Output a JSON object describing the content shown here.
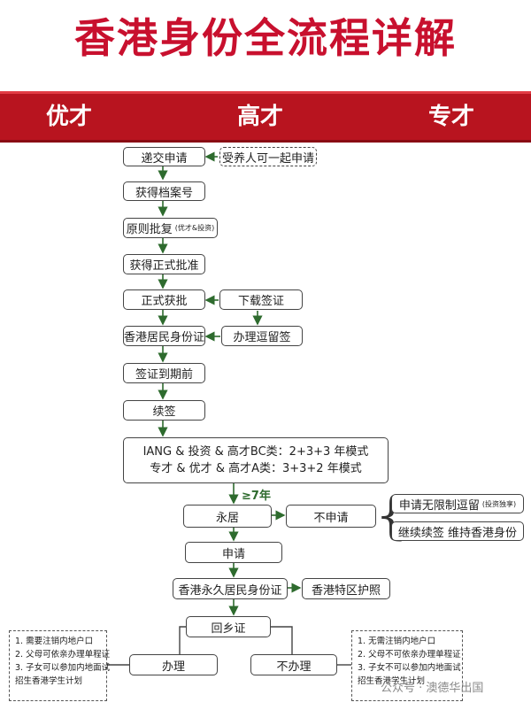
{
  "title": "香港身份全流程详解",
  "categories": [
    "优才",
    "高才",
    "专才"
  ],
  "steps": {
    "submit": "递交申请",
    "dependents": "受养人可一起申请",
    "file_no": "获得档案号",
    "approval_in_principle": "原则批复",
    "approval_note": "(优才&投资)",
    "formal_approval_get": "获得正式批准",
    "formal_approval": "正式获批",
    "download_visa": "下载签证",
    "hk_id": "香港居民身份证",
    "stay_permit": "办理逗留签",
    "visa_expiry": "签证到期前",
    "renew": "续签",
    "mode_line1": "IANG & 投资 & 高才BC类：2+3+3 年模式",
    "mode_line2": "专才 & 优才 & 高才A类：3+3+2 年模式",
    "years": "≥7年",
    "permanent": "永居",
    "not_apply": "不申请",
    "unlimited_stay": "申请无限制逗留",
    "unlimited_stay_note": "(投资独享)",
    "continue_renew": "继续续签 维持香港身份",
    "apply": "申请",
    "hk_perm_id": "香港永久居民身份证",
    "hk_passport": "香港特区护照",
    "home_return": "回乡证",
    "do_it": "办理",
    "dont": "不办理"
  },
  "notes_do": [
    "1. 需要注销内地户口",
    "2. 父母可依亲办理单程证",
    "3. 子女可以参加内地面试",
    "   招生香港学生计划"
  ],
  "notes_dont": [
    "1. 无需注销内地户口",
    "2. 父母不可依亲办理单程证",
    "3. 子女不可以参加内地面试",
    "   招生香港学生计划"
  ],
  "watermark": "公众号 · 澳德华出国",
  "colors": {
    "title": "#c8102e",
    "banner": "#b8141f",
    "arrow": "#2e6b2e"
  }
}
